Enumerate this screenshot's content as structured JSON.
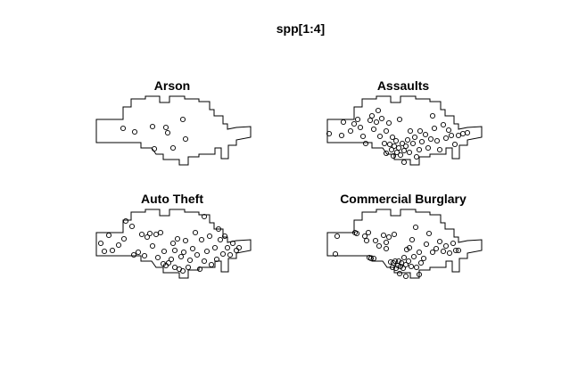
{
  "figure": {
    "title": "spp[1:4]"
  },
  "chart_data": {
    "type": "scatter",
    "kind": "marked point pattern, one panel per species, shared observation window",
    "point_symbol": "open circle",
    "panels": [
      {
        "name": "Arson",
        "points": [
          [
            138,
            144
          ],
          [
            151,
            148
          ],
          [
            171,
            142
          ],
          [
            186,
            143
          ],
          [
            188,
            149
          ],
          [
            205,
            134
          ],
          [
            208,
            156
          ],
          [
            194,
            166
          ],
          [
            173,
            167
          ]
        ]
      },
      {
        "name": "Assaults",
        "points": [
          [
            369,
            150
          ],
          [
            383,
            152
          ],
          [
            385,
            137
          ],
          [
            393,
            147
          ],
          [
            397,
            139
          ],
          [
            401,
            134
          ],
          [
            404,
            143
          ],
          [
            407,
            153
          ],
          [
            410,
            161
          ],
          [
            415,
            135
          ],
          [
            419,
            145
          ],
          [
            422,
            137
          ],
          [
            417,
            130
          ],
          [
            424,
            124
          ],
          [
            428,
            133
          ],
          [
            426,
            153
          ],
          [
            431,
            161
          ],
          [
            433,
            147
          ],
          [
            436,
            138
          ],
          [
            440,
            154
          ],
          [
            437,
            162
          ],
          [
            439,
            168
          ],
          [
            442,
            164
          ],
          [
            444,
            158
          ],
          [
            445,
            171
          ],
          [
            447,
            166
          ],
          [
            449,
            174
          ],
          [
            451,
            161
          ],
          [
            453,
            169
          ],
          [
            455,
            164
          ],
          [
            457,
            157
          ],
          [
            459,
            171
          ],
          [
            460,
            147
          ],
          [
            463,
            161
          ],
          [
            465,
            154
          ],
          [
            467,
            176
          ],
          [
            470,
            168
          ],
          [
            471,
            147
          ],
          [
            473,
            159
          ],
          [
            477,
            151
          ],
          [
            480,
            166
          ],
          [
            483,
            156
          ],
          [
            485,
            130
          ],
          [
            487,
            144
          ],
          [
            490,
            158
          ],
          [
            493,
            168
          ],
          [
            497,
            140
          ],
          [
            500,
            155
          ],
          [
            503,
            146
          ],
          [
            506,
            152
          ],
          [
            510,
            162
          ],
          [
            514,
            152
          ],
          [
            519,
            150
          ],
          [
            524,
            149
          ],
          [
            448,
            134
          ],
          [
            433,
            172
          ],
          [
            441,
            175
          ],
          [
            453,
            182
          ]
        ]
      },
      {
        "name": "Auto Theft",
        "points": [
          [
            113,
            273
          ],
          [
            117,
            282
          ],
          [
            122,
            264
          ],
          [
            126,
            281
          ],
          [
            133,
            275
          ],
          [
            139,
            268
          ],
          [
            141,
            248
          ],
          [
            148,
            254
          ],
          [
            150,
            286
          ],
          [
            155,
            283
          ],
          [
            159,
            263
          ],
          [
            162,
            287
          ],
          [
            165,
            266
          ],
          [
            168,
            262
          ],
          [
            171,
            276
          ],
          [
            175,
            263
          ],
          [
            177,
            289
          ],
          [
            180,
            261
          ],
          [
            183,
            296
          ],
          [
            186,
            298
          ],
          [
            189,
            295
          ],
          [
            192,
            291
          ],
          [
            194,
            273
          ],
          [
            196,
            281
          ],
          [
            199,
            268
          ],
          [
            201,
            302
          ],
          [
            203,
            288
          ],
          [
            206,
            283
          ],
          [
            208,
            270
          ],
          [
            211,
            300
          ],
          [
            213,
            292
          ],
          [
            216,
            279
          ],
          [
            219,
            261
          ],
          [
            221,
            286
          ],
          [
            224,
            302
          ],
          [
            226,
            269
          ],
          [
            229,
            293
          ],
          [
            232,
            282
          ],
          [
            235,
            265
          ],
          [
            237,
            297
          ],
          [
            241,
            278
          ],
          [
            243,
            291
          ],
          [
            245,
            257
          ],
          [
            247,
            269
          ],
          [
            250,
            285
          ],
          [
            252,
            265
          ],
          [
            255,
            278
          ],
          [
            258,
            286
          ],
          [
            261,
            273
          ],
          [
            265,
            281
          ],
          [
            268,
            278
          ],
          [
            229,
            243
          ],
          [
            184,
            282
          ],
          [
            205,
            304
          ],
          [
            196,
            300
          ]
        ]
      },
      {
        "name": "Commercial Burglary",
        "points": [
          [
            376,
            285
          ],
          [
            378,
            265
          ],
          [
            398,
            261
          ],
          [
            400,
            262
          ],
          [
            409,
            265
          ],
          [
            413,
            261
          ],
          [
            411,
            270
          ],
          [
            414,
            289
          ],
          [
            416,
            290
          ],
          [
            419,
            290
          ],
          [
            421,
            270
          ],
          [
            425,
            276
          ],
          [
            430,
            264
          ],
          [
            433,
            272
          ],
          [
            436,
            266
          ],
          [
            438,
            294
          ],
          [
            440,
            300
          ],
          [
            441,
            295
          ],
          [
            443,
            293
          ],
          [
            444,
            301
          ],
          [
            446,
            298
          ],
          [
            447,
            293
          ],
          [
            449,
            299
          ],
          [
            450,
            295
          ],
          [
            452,
            301
          ],
          [
            453,
            289
          ],
          [
            455,
            297
          ],
          [
            456,
            280
          ],
          [
            458,
            293
          ],
          [
            459,
            278
          ],
          [
            461,
            299
          ],
          [
            462,
            269
          ],
          [
            464,
            288
          ],
          [
            466,
            255
          ],
          [
            467,
            300
          ],
          [
            470,
            283
          ],
          [
            472,
            295
          ],
          [
            475,
            290
          ],
          [
            478,
            274
          ],
          [
            481,
            262
          ],
          [
            485,
            283
          ],
          [
            489,
            279
          ],
          [
            493,
            271
          ],
          [
            497,
            282
          ],
          [
            500,
            276
          ],
          [
            504,
            284
          ],
          [
            508,
            273
          ],
          [
            511,
            281
          ],
          [
            514,
            281
          ],
          [
            433,
            279
          ],
          [
            448,
            307
          ],
          [
            455,
            310
          ],
          [
            442,
            263
          ],
          [
            470,
            308
          ]
        ]
      }
    ],
    "grid": false,
    "legend": "none"
  }
}
